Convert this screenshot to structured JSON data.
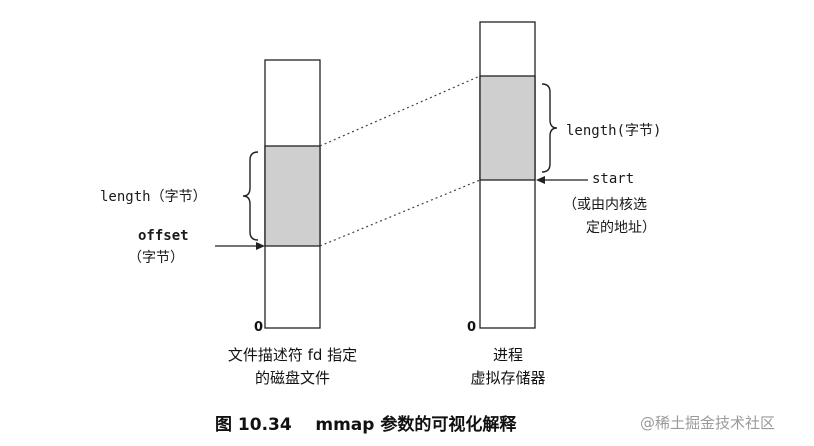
{
  "left_file": {
    "length_label": "length（字节）",
    "offset_label": "offset",
    "offset_unit": "（字节）",
    "zero_label": "0",
    "caption_line1": "文件描述符 fd 指定",
    "caption_line2": "的磁盘文件"
  },
  "right_vm": {
    "length_label": "length(字节)",
    "start_label": "start",
    "start_note_line1": "（或由内核选",
    "start_note_line2": "定的地址）",
    "zero_label": "0",
    "caption_line1": "进程",
    "caption_line2": "虚拟存储器"
  },
  "figure_title": "图 10.34    mmap 参数的可视化解释",
  "watermark": "@稀土掘金技术社区",
  "colors": {
    "mapped_region_fill": "#cfcfcf",
    "stroke": "#222222",
    "dotted_line": "#444444"
  }
}
